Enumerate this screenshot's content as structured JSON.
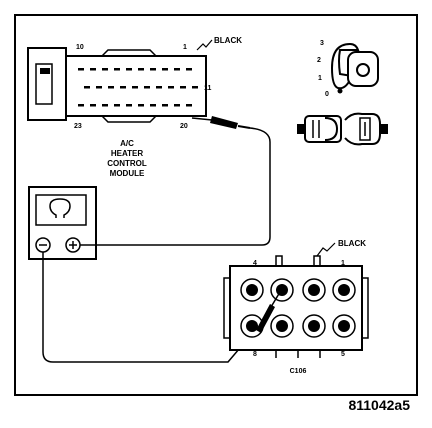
{
  "module": {
    "pin_top_left": "10",
    "pin_top_right": "1",
    "pin_side": "11",
    "pin_bottom_left": "23",
    "pin_bottom_right": "20",
    "wire_color": "BLACK",
    "name_line1": "A/C",
    "name_line2": "HEATER",
    "name_line3": "CONTROL",
    "name_line4": "MODULE"
  },
  "ignition": {
    "pos3": "3",
    "pos2": "2",
    "pos1": "1",
    "pos0": "0"
  },
  "meter": {
    "display_icon": "ohm-symbol-icon",
    "neg_icon": "minus-terminal-icon",
    "pos_icon": "plus-terminal-icon"
  },
  "connector": {
    "pin_top_left": "4",
    "pin_top_right": "1",
    "pin_bottom_left": "8",
    "pin_bottom_right": "5",
    "wire_color": "BLACK",
    "name": "C106"
  },
  "figure_id": "811042a5"
}
